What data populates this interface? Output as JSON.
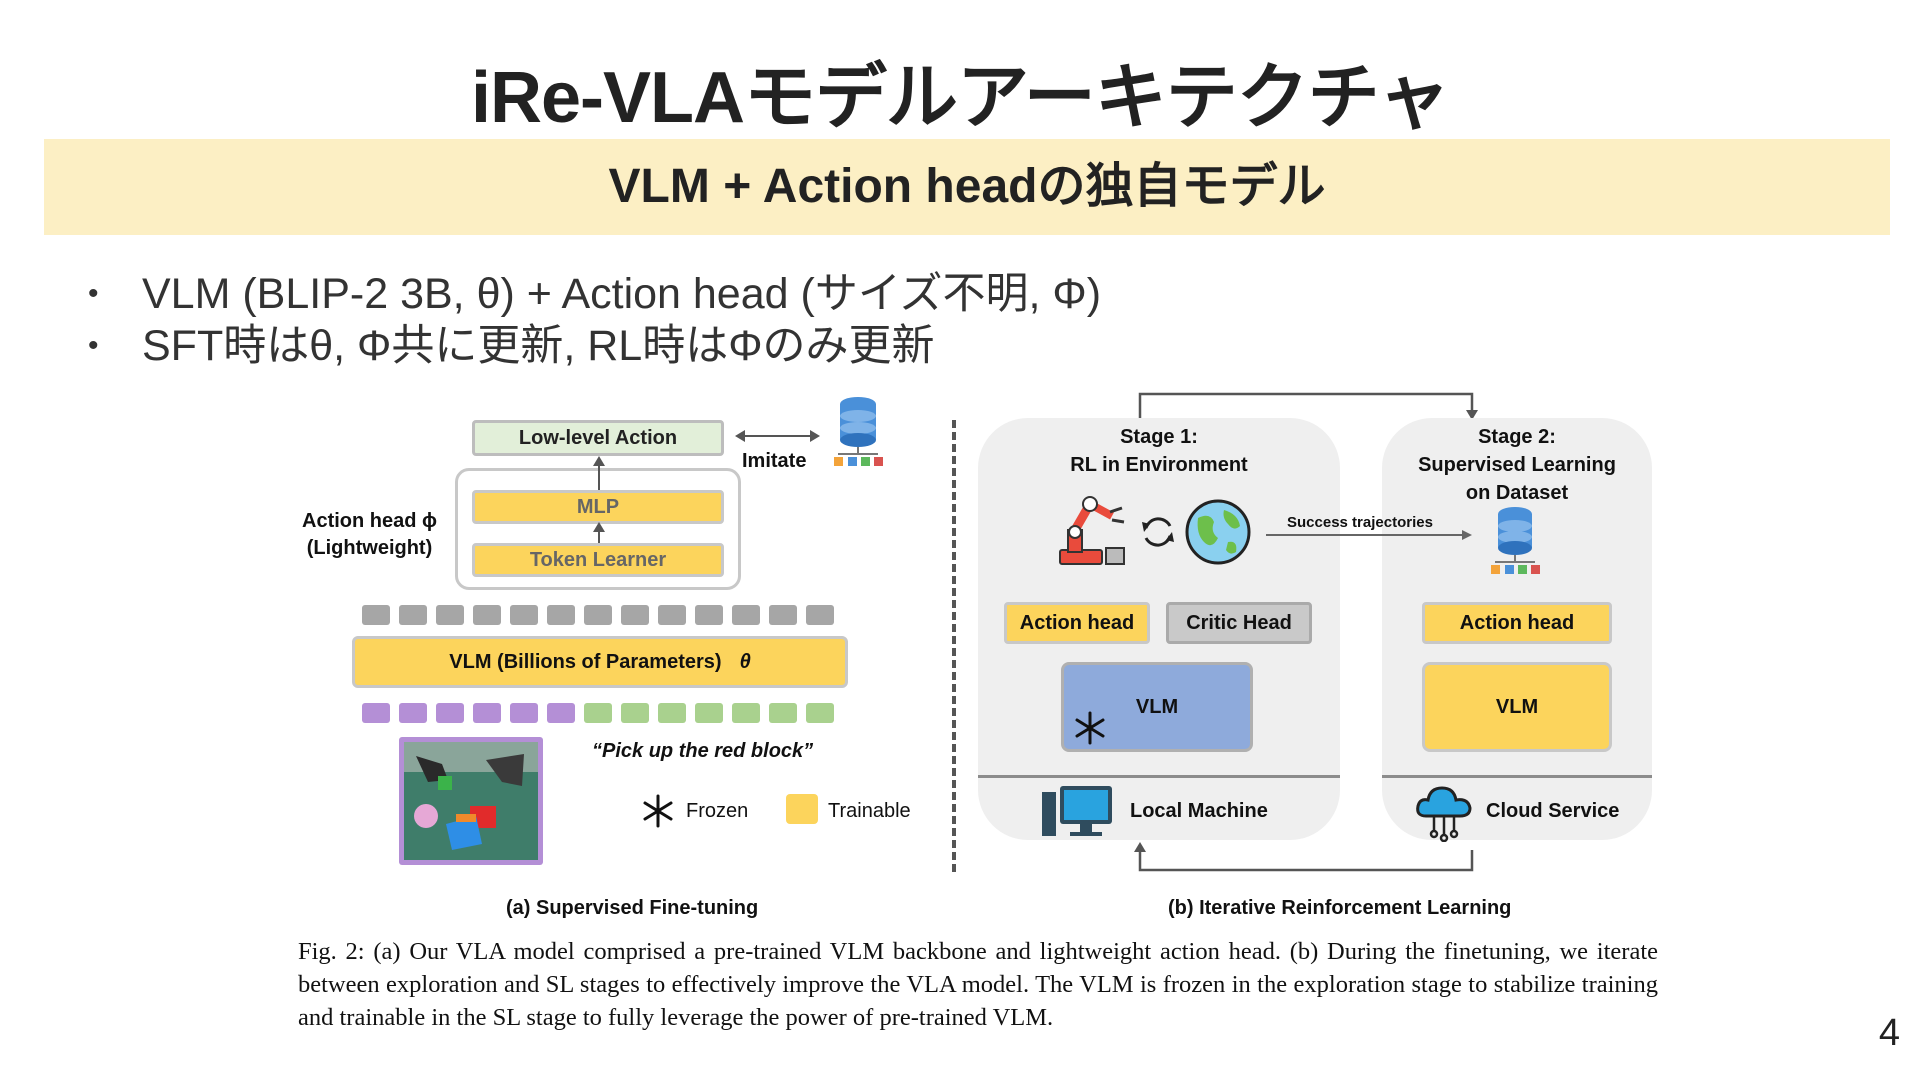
{
  "slide": {
    "title": "iRe-VLAモデルアーキテクチャ",
    "banner": "VLM + Action headの独自モデル",
    "bullets": [
      "VLM (BLIP-2 3B, θ) + Action head (サイズ不明, Φ)",
      "SFT時はθ, Φ共に更新, RL時はΦのみ更新"
    ],
    "page_number": "4"
  },
  "figure": {
    "left": {
      "low_level_action": "Low-level Action",
      "imitate": "Imitate",
      "mlp": "MLP",
      "token_learner": "Token Learner",
      "action_head_label": "Action head ϕ",
      "action_head_sub": "(Lightweight)",
      "vlm": "VLM (Billions of Parameters)",
      "vlm_symbol": "θ",
      "instruction": "“Pick up the red block”",
      "legend_frozen": "Frozen",
      "legend_trainable": "Trainable",
      "subcaption": "(a) Supervised Fine-tuning"
    },
    "right": {
      "stage1_line1": "Stage 1:",
      "stage1_line2": "RL in Environment",
      "stage2_line1": "Stage 2:",
      "stage2_line2": "Supervised Learning",
      "stage2_line3": "on Dataset",
      "success": "Success trajectories",
      "action_head_1": "Action head",
      "critic_head": "Critic Head",
      "vlm_1": "VLM",
      "action_head_2": "Action head",
      "vlm_2": "VLM",
      "local_machine": "Local Machine",
      "cloud_service": "Cloud Service",
      "subcaption": "(b) Iterative Reinforcement Learning"
    },
    "caption": "Fig. 2: (a) Our VLA model comprised a pre-trained VLM backbone and lightweight action head. (b) During the finetuning, we iterate between exploration and SL stages to effectively improve the VLA model. The VLM is frozen in the exploration stage to stabilize training and trainable in the SL stage to fully leverage the power of pre-trained VLM."
  },
  "colors": {
    "banner": "#fcefc4",
    "yellow": "#fcd45c",
    "green_box": "#e2efd9",
    "frozen_vlm": "#8eaadb",
    "gray_head": "#c9c9c9",
    "token_gray": "#a6a6a6",
    "token_purple": "#b48fd6",
    "token_green": "#a9d18e"
  },
  "icons": [
    "database-icon",
    "robot-arm-icon",
    "refresh-cycle-icon",
    "globe-icon",
    "snowflake-icon",
    "computer-icon",
    "cloud-icon"
  ]
}
